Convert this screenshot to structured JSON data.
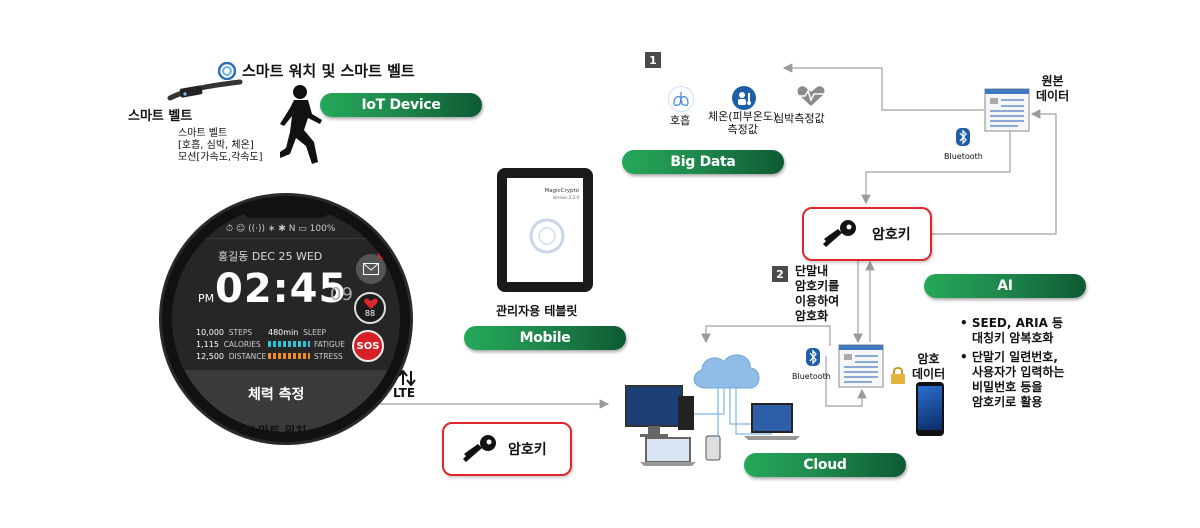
{
  "title": "스마트 워치 및 스마트 벨트",
  "pills": {
    "iot": "IoT Device",
    "bigdata": "Big Data",
    "mobile": "Mobile",
    "ai": "AI",
    "cloud": "Cloud"
  },
  "belt": {
    "label": "스마트 벨트",
    "desc_line1": "스마트 벨트",
    "desc_line2": "[호흡, 심박, 체온]",
    "desc_line3": "모션[가속도,각속도]"
  },
  "watch": {
    "status_battery": "100%",
    "date_line": "홍길동 DEC 25 WED",
    "ampm": "PM",
    "time": "02:45",
    "seconds": "09",
    "mail_badge": "4",
    "heart_value": "88",
    "sos": "SOS",
    "steps_value": "10,000",
    "steps_label": "STEPS",
    "sleep_value": "480min",
    "sleep_label": "SLEEP",
    "calories_value": "1,115",
    "calories_label": "CALORIES",
    "fatigue_label": "FATIGUE",
    "distance_value": "12,500",
    "distance_label": "DISTANCE",
    "stress_label": "STRESS",
    "bottom_label": "체력 측정",
    "caption": "스마트 워치"
  },
  "tablet": {
    "screen_title": "MagicCrypto",
    "screen_sub": "Version 2.2.0",
    "caption": "관리자용 테블릿"
  },
  "lte": "LTE",
  "bigdata": {
    "badge1": "1",
    "breath": "호흡",
    "temp_line1": "체온(피부온도)",
    "temp_line2": "측정값",
    "heart": "심박측정값"
  },
  "original_data": {
    "line1": "원본",
    "line2": "데이터"
  },
  "bluetooth": "Bluetooth",
  "cryptokey_label": "암호키",
  "step2": {
    "badge": "2",
    "line1": "단말내",
    "line2": "암호키를",
    "line3": "이용하여",
    "line4": "암호화"
  },
  "encrypted_data": {
    "line1": "암호",
    "line2": "데이터"
  },
  "ai_bullets": [
    {
      "line1": "SEED, ARIA 등",
      "line2": "대칭키 암복호화"
    },
    {
      "line1": "단말기 일련번호,",
      "line2": "사용자가 입력하는",
      "line3": "비밀번호 등을",
      "line4": "암호키로 활용"
    }
  ],
  "colors": {
    "pill_green": "#1f8a4d",
    "key_border": "#e0262b",
    "arrow_gray": "#9a9a9a",
    "icon_blue": "#1f5fa8"
  }
}
